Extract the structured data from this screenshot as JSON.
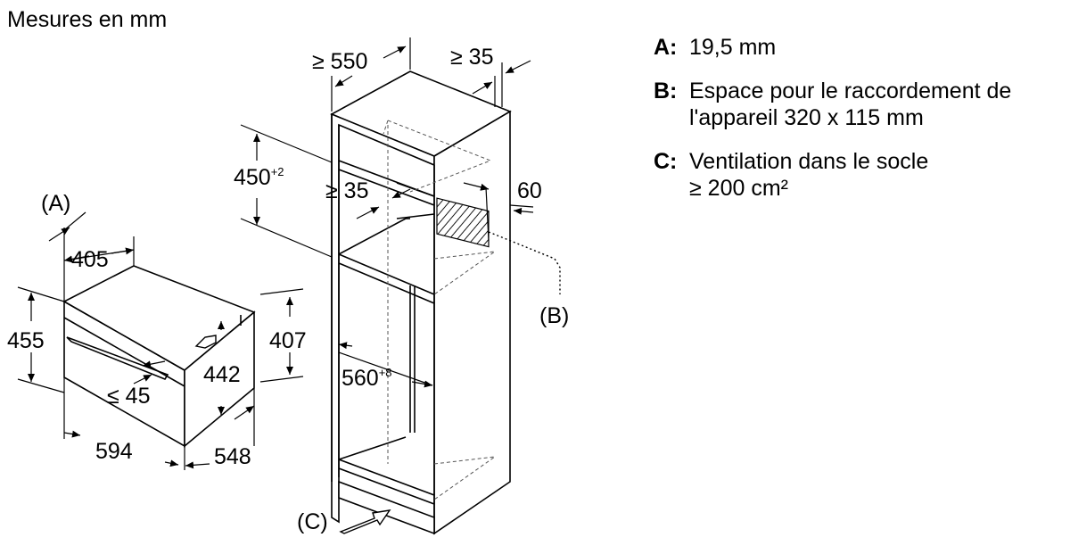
{
  "header": {
    "units": "Mesures en mm"
  },
  "oven": {
    "width": "594",
    "depth": "548",
    "height": "455",
    "body_height": "442",
    "side_height": "407",
    "top_depth": "405",
    "handle_offset": "≤ 45",
    "marker": "(A)"
  },
  "cabinet": {
    "depth_min": "≥ 550",
    "rear_gap": "≥ 35",
    "niche_height": "450",
    "niche_height_tol": "+2",
    "inner_gap": "≥ 35",
    "side_strip": "60",
    "niche_width": "560",
    "niche_width_tol": "+8",
    "marker_b": "(B)",
    "marker_c": "(C)"
  },
  "legend": [
    {
      "key": "A:",
      "text": "19,5 mm"
    },
    {
      "key": "B:",
      "text": "Espace pour le raccordement de\nl'appareil 320 x 115 mm"
    },
    {
      "key": "C:",
      "text": "Ventilation dans le socle\n≥ 200 cm²"
    }
  ]
}
